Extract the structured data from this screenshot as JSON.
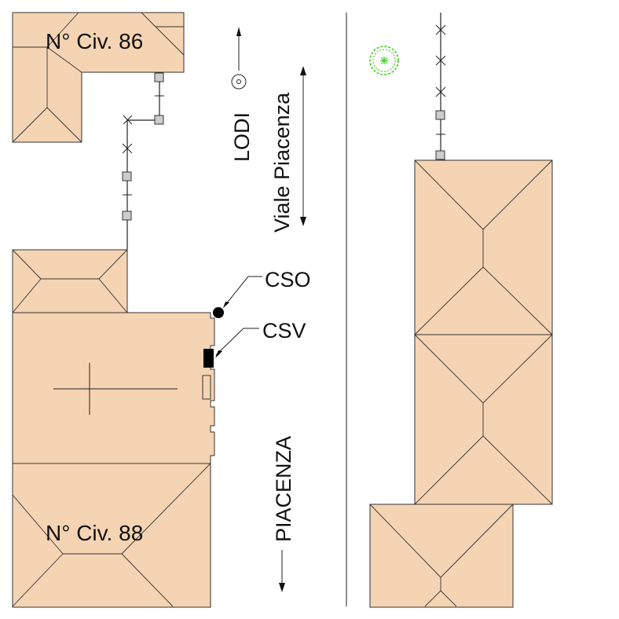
{
  "map": {
    "labels": {
      "civ86": "N° Civ. 86",
      "civ88": "N° Civ. 88",
      "lodi": "LODI",
      "viale_piacenza": "Viale Piacenza",
      "piacenza": "PIACENZA",
      "cso": "CSO",
      "csv": "CSV"
    },
    "colors": {
      "building_fill": "#f5d4b3",
      "outline": "#333333",
      "tree": "#44cc22",
      "marker": "#000000"
    },
    "symbols": [
      "tree-symbol",
      "valve-symbol",
      "north-arrow",
      "fence-line"
    ]
  }
}
